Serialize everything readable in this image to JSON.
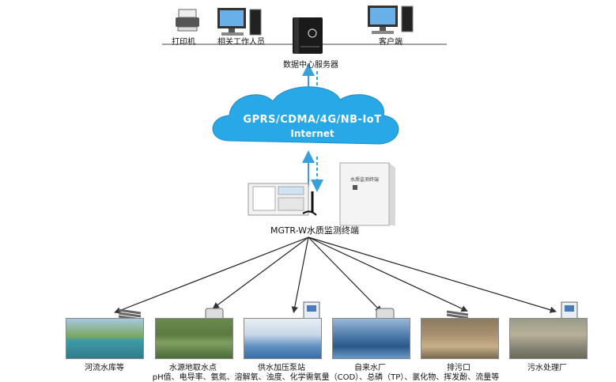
{
  "top": {
    "printer_label": "打印机",
    "staff_label": "相关工作人员",
    "client_label": "客户端",
    "server_label": "数据中心服务器"
  },
  "network": {
    "line1": "GPRS/CDMA/4G/NB-IoT",
    "line2": "Internet",
    "cloud_color": "#29a8e8"
  },
  "device": {
    "cabinet_caption": "水质监测终端",
    "terminal_label": "MGTR-W水质监测终端"
  },
  "sites": [
    {
      "label": "河流水库等"
    },
    {
      "label": "水源地取水点"
    },
    {
      "label": "供水加压泵站"
    },
    {
      "label": "自来水厂"
    },
    {
      "label": "排污口"
    },
    {
      "label": "污水处理厂"
    }
  ],
  "parameters": "pH值、电导率、氨氮、溶解氧、浊度、化学需氧量（COD）、总磷（TP）、氯化物、挥发酚、流量等"
}
